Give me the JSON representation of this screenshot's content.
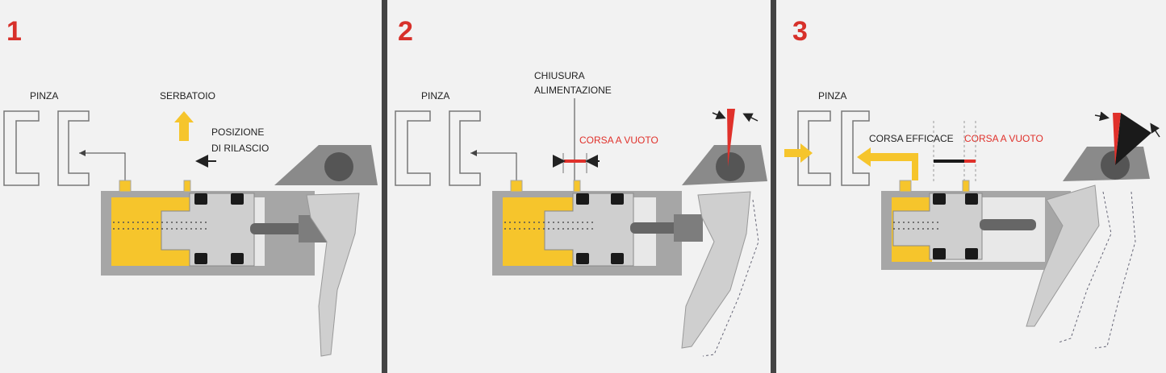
{
  "panels": [
    {
      "number": "1",
      "labels": {
        "caliper": "PINZA",
        "reservoir": "SERBATOIO",
        "release_1": "POSIZIONE",
        "release_2": "DI RILASCIO"
      }
    },
    {
      "number": "2",
      "labels": {
        "caliper": "PINZA",
        "closure_1": "CHIUSURA",
        "closure_2": "ALIMENTAZIONE",
        "free_travel": "CORSA A VUOTO"
      }
    },
    {
      "number": "3",
      "labels": {
        "caliper": "PINZA",
        "effective_travel": "CORSA EFFICACE",
        "free_travel": "CORSA A VUOTO"
      }
    }
  ],
  "colors": {
    "background": "#f2f2f2",
    "divider": "#444444",
    "body_gray": "#a6a6a6",
    "inner_gray": "#d4d4d4",
    "fluid_yellow": "#f6c52c",
    "accent_red": "#e0312b",
    "seal_black": "#1a1a1a",
    "number_red": "#d7302a"
  }
}
